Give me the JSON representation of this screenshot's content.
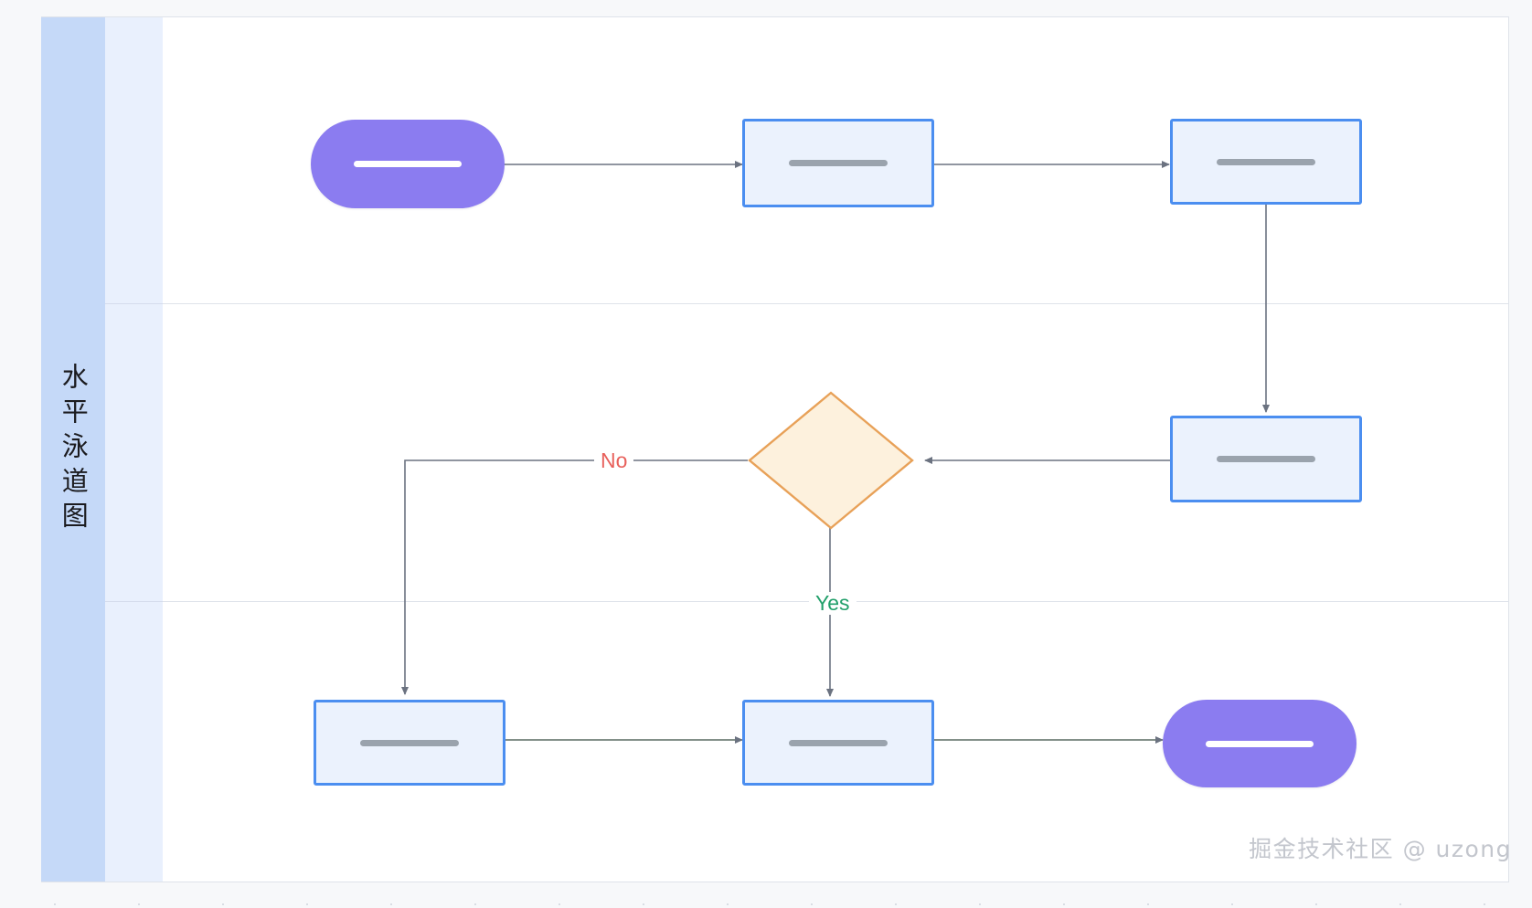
{
  "canvas": {
    "background_color": "#f7f8fa",
    "grid": "dot-grid"
  },
  "swimlane": {
    "title": "水平泳道图",
    "title_band_color": "#c5d9f8",
    "lane_header_color": "#e9f0fd",
    "lane_body_color": "#ffffff",
    "border_color": "#dfe3ea",
    "lanes": [
      {
        "name": "lane-1",
        "label": ""
      },
      {
        "name": "lane-2",
        "label": ""
      },
      {
        "name": "lane-3",
        "label": ""
      }
    ]
  },
  "palette": {
    "terminator_fill": "#8b7cf0",
    "process_fill": "#ebf2fd",
    "process_border": "#4b8ef0",
    "decision_fill": "#fdf1dd",
    "decision_border": "#e8a158",
    "connector": "#6b7280",
    "label_no": "#e8615c",
    "label_yes": "#22a06b",
    "redact_light": "#ffffff",
    "redact_dark": "#9aa3ad"
  },
  "nodes": [
    {
      "id": "n1",
      "type": "terminator",
      "lane": 1,
      "label": ""
    },
    {
      "id": "n2",
      "type": "process",
      "lane": 1,
      "label": ""
    },
    {
      "id": "n3",
      "type": "process",
      "lane": 1,
      "label": ""
    },
    {
      "id": "n4",
      "type": "process",
      "lane": 2,
      "label": ""
    },
    {
      "id": "n5",
      "type": "decision",
      "lane": 2,
      "label": ""
    },
    {
      "id": "n6",
      "type": "process",
      "lane": 3,
      "label": ""
    },
    {
      "id": "n7",
      "type": "process",
      "lane": 3,
      "label": ""
    },
    {
      "id": "n8",
      "type": "terminator",
      "lane": 3,
      "label": ""
    }
  ],
  "edges": [
    {
      "from": "n1",
      "to": "n2",
      "label": ""
    },
    {
      "from": "n2",
      "to": "n3",
      "label": ""
    },
    {
      "from": "n3",
      "to": "n4",
      "label": ""
    },
    {
      "from": "n4",
      "to": "n5",
      "label": ""
    },
    {
      "from": "n5",
      "to": "n6",
      "label": "No"
    },
    {
      "from": "n5",
      "to": "n7",
      "label": "Yes"
    },
    {
      "from": "n6",
      "to": "n7",
      "label": ""
    },
    {
      "from": "n7",
      "to": "n8",
      "label": ""
    }
  ],
  "labels": {
    "no": "No",
    "yes": "Yes"
  },
  "watermark": "掘金技术社区 @ uzong"
}
